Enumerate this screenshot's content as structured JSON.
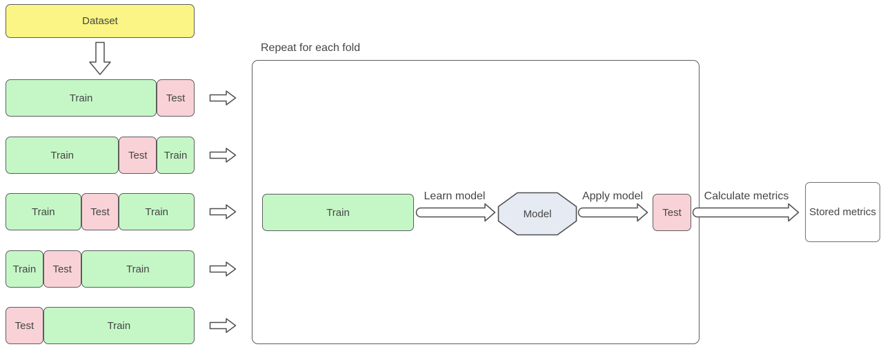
{
  "diagram": {
    "dataset_label": "Dataset",
    "repeat_label": "Repeat for each fold",
    "folds": {
      "rows": [
        {
          "segments": [
            {
              "label": "Train"
            },
            {
              "label": "Test"
            }
          ]
        },
        {
          "segments": [
            {
              "label": "Train"
            },
            {
              "label": "Test"
            },
            {
              "label": "Train"
            }
          ]
        },
        {
          "segments": [
            {
              "label": "Train"
            },
            {
              "label": "Test"
            },
            {
              "label": "Train"
            }
          ]
        },
        {
          "segments": [
            {
              "label": "Train"
            },
            {
              "label": "Test"
            },
            {
              "label": "Train"
            }
          ]
        },
        {
          "segments": [
            {
              "label": "Test"
            },
            {
              "label": "Train"
            }
          ]
        }
      ]
    },
    "pipeline": {
      "train_label": "Train",
      "learn_arrow_label": "Learn model",
      "model_label": "Model",
      "apply_arrow_label": "Apply model",
      "test_label": "Test",
      "calculate_arrow_label": "Calculate metrics",
      "stored_metrics_label": "Stored metrics"
    },
    "colors": {
      "dataset_fill": "#faf584",
      "train_fill": "#c5f7c6",
      "test_fill": "#f9d2d7",
      "model_fill": "#e6eaf2",
      "box_border": "#5c5c5c",
      "arrow_stroke": "#4f4f4f",
      "text_color": "#454545"
    }
  }
}
